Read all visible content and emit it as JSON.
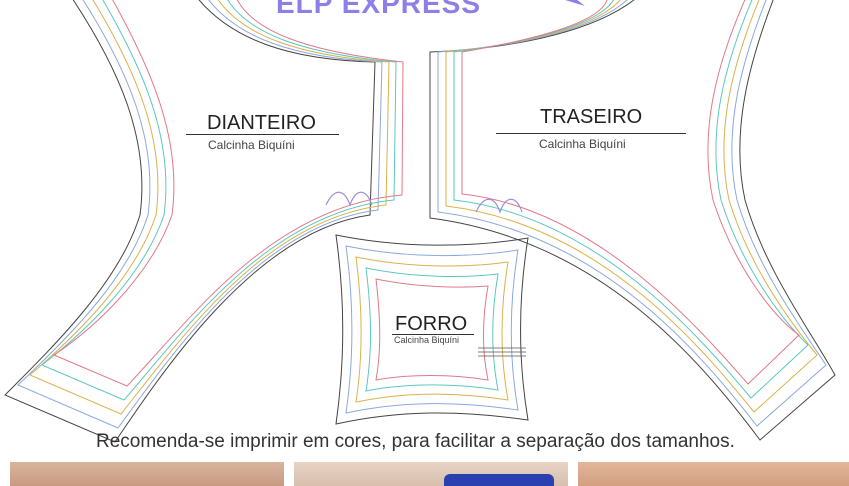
{
  "header": {
    "brand": "ELP EXPRESS"
  },
  "pieces": {
    "front": {
      "name": "DIANTEIRO",
      "subtitle": "Calcinha Biquíni"
    },
    "back": {
      "name": "TRASEIRO",
      "subtitle": "Calcinha Biquíni"
    },
    "lining": {
      "name": "FORRO",
      "subtitle": "Calcinha Biquíni"
    }
  },
  "note": "Recomenda-se imprimir em cores, para facilitar a separação dos tamanhos.",
  "colors": {
    "brand": "#8c7fe8",
    "size_lines": [
      "#e07a8a",
      "#5cc6c0",
      "#d9b24a",
      "#8aa8e0",
      "#444444"
    ]
  }
}
